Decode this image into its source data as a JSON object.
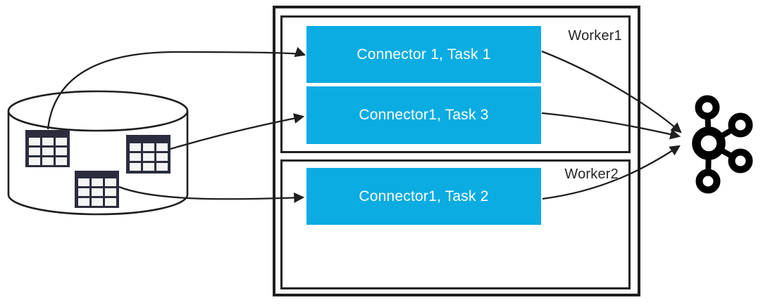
{
  "diagram_type": "kafka-connect-architecture",
  "database": {
    "icon": "database-cylinder-icon",
    "tables": [
      {
        "icon": "table-grid-icon",
        "id": "table-1"
      },
      {
        "icon": "table-grid-icon",
        "id": "table-2"
      },
      {
        "icon": "table-grid-icon",
        "id": "table-3"
      }
    ]
  },
  "workers": [
    {
      "label": "Worker1",
      "tasks": [
        {
          "label": "Connector 1, Task 1"
        },
        {
          "label": "Connector1, Task 3"
        }
      ]
    },
    {
      "label": "Worker2",
      "tasks": [
        {
          "label": "Connector1, Task 2"
        }
      ]
    }
  ],
  "kafka": {
    "icon": "kafka-logo-icon"
  },
  "connections": [
    {
      "from": "table-1",
      "to": "Connector 1, Task 1"
    },
    {
      "from": "table-2",
      "to": "Connector1, Task 3"
    },
    {
      "from": "table-3",
      "to": "Connector1, Task 2"
    },
    {
      "from": "Connector 1, Task 1",
      "to": "kafka"
    },
    {
      "from": "Connector1, Task 3",
      "to": "kafka"
    },
    {
      "from": "Connector1, Task 2",
      "to": "kafka"
    }
  ],
  "colors": {
    "line": "#1f1f1f",
    "task_fill": "#0aace2",
    "task_text": "#ffffff",
    "table_fill": "#2b2d3e",
    "table_cell": "#f5f5f5",
    "label_text": "#262626",
    "kafka": "#000000",
    "background": "#ffffff"
  }
}
